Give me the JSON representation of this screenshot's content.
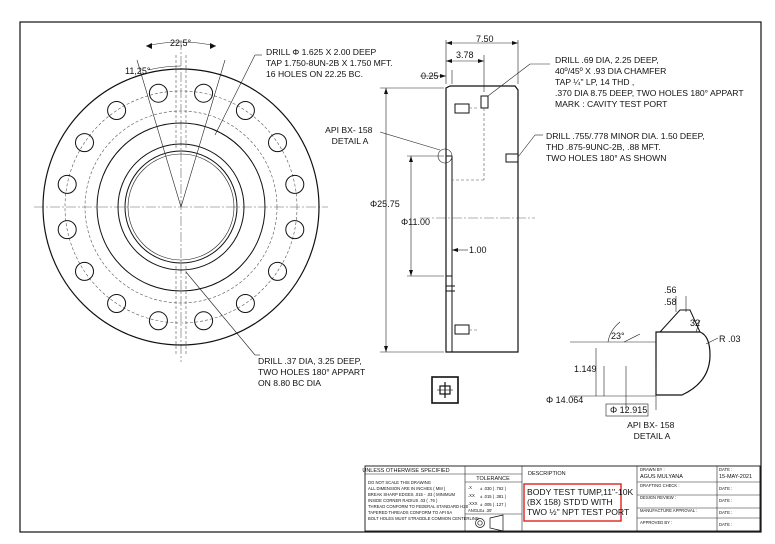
{
  "front_view": {
    "angle_dim_1": "22,5°",
    "angle_dim_2": "11,25°",
    "top_note": [
      "DRILL Φ 1.625 X 2.00 DEEP",
      "TAP 1.750-8UN-2B X 1.750 MFT.",
      "16 HOLES ON 22.25 BC."
    ],
    "bottom_note": [
      "DRILL .37 DIA, 3.25 DEEP,",
      "TWO HOLES 180° APPART",
      "ON 8.80 BC DIA"
    ]
  },
  "side_view": {
    "dim_width": "7.50",
    "dim_3_78": "3.78",
    "dim_0_25": "0.25",
    "dim_od": "Φ25.75",
    "dim_id": "Φ11.00",
    "dim_1_00": "1.00",
    "detail_ref": [
      "API BX- 158",
      "DETAIL A"
    ],
    "note_port": [
      "DRILL .69 DIA, 2.25 DEEP,",
      "40º/45º  X .93 DIA CHAMFER",
      "TAP ¼\" LP, 14 THD ,",
      ".370 DIA 8.75 DEEP, TWO HOLES 180° APPART",
      "MARK : CAVITY TEST PORT"
    ],
    "note_thread": [
      "DRILL .755/.778 MINOR DIA. 1.50 DEEP,",
      "THD .875-9UNC-2B, .88 MFT.",
      "TWO HOLES 180° AS SHOWN"
    ]
  },
  "detail": {
    "dim_56": ".56",
    "dim_58": ".58",
    "dim_32": "32",
    "dim_r03": "R .03",
    "dim_23": "23°",
    "dim_1149": "1.149",
    "dim_14064": "Φ 14.064",
    "dim_12915": "Φ 12.915",
    "caption": [
      "API BX- 158",
      "DETAIL A"
    ]
  },
  "title_block": {
    "unless_header": "UNLESS OTHERWISE SPECIFIED",
    "tolerance_header": "TOLERANCE",
    "notes": [
      "DO NOT SCALE THIS DRAWING",
      "ALL DIMENSION ARE IN INCHES ( MM )",
      "BREAK SHARP EDGES .015 - .03 ( MINIMUM",
      "INSIDE CORNER RADIUS .03 ( .76 )",
      "THREAD CONFORM TO FEDERAL STANDARD H28",
      "TAPERED THREADS CONFORM TO API 5A",
      "BOLT HOLES MUST STRADDLE COMMON CENTERLINE"
    ],
    "tolerances": [
      {
        "label": ".X",
        "value": "± .030 ( .762 )"
      },
      {
        "label": ".XX",
        "value": "± .015 ( .381 )"
      },
      {
        "label": ".XXX",
        "value": "± .005 ( .127 )"
      },
      {
        "label": "ANGLE",
        "value": "± .30'"
      }
    ],
    "description_label": "DESCRIPTION",
    "description": [
      "BODY TEST TUMP,11\"-10K",
      "(BX 158) STD'D WITH",
      "TWO ½\" NPT TEST PORT"
    ],
    "description_border_color": "#e02020",
    "drawn_by_label": "DRAWN BY :",
    "drawn_by": "AGUS MULYANA",
    "date_label": "DATE :",
    "date": "15-MAY-2021",
    "draft_check_label": "DRAFTING CHECK :",
    "design_review_label": "DESIGN REVIEW :",
    "manufacture_approval_label": "MANUFACTURE APPROVAL :",
    "approved_by_label": "APPROVED BY :"
  }
}
